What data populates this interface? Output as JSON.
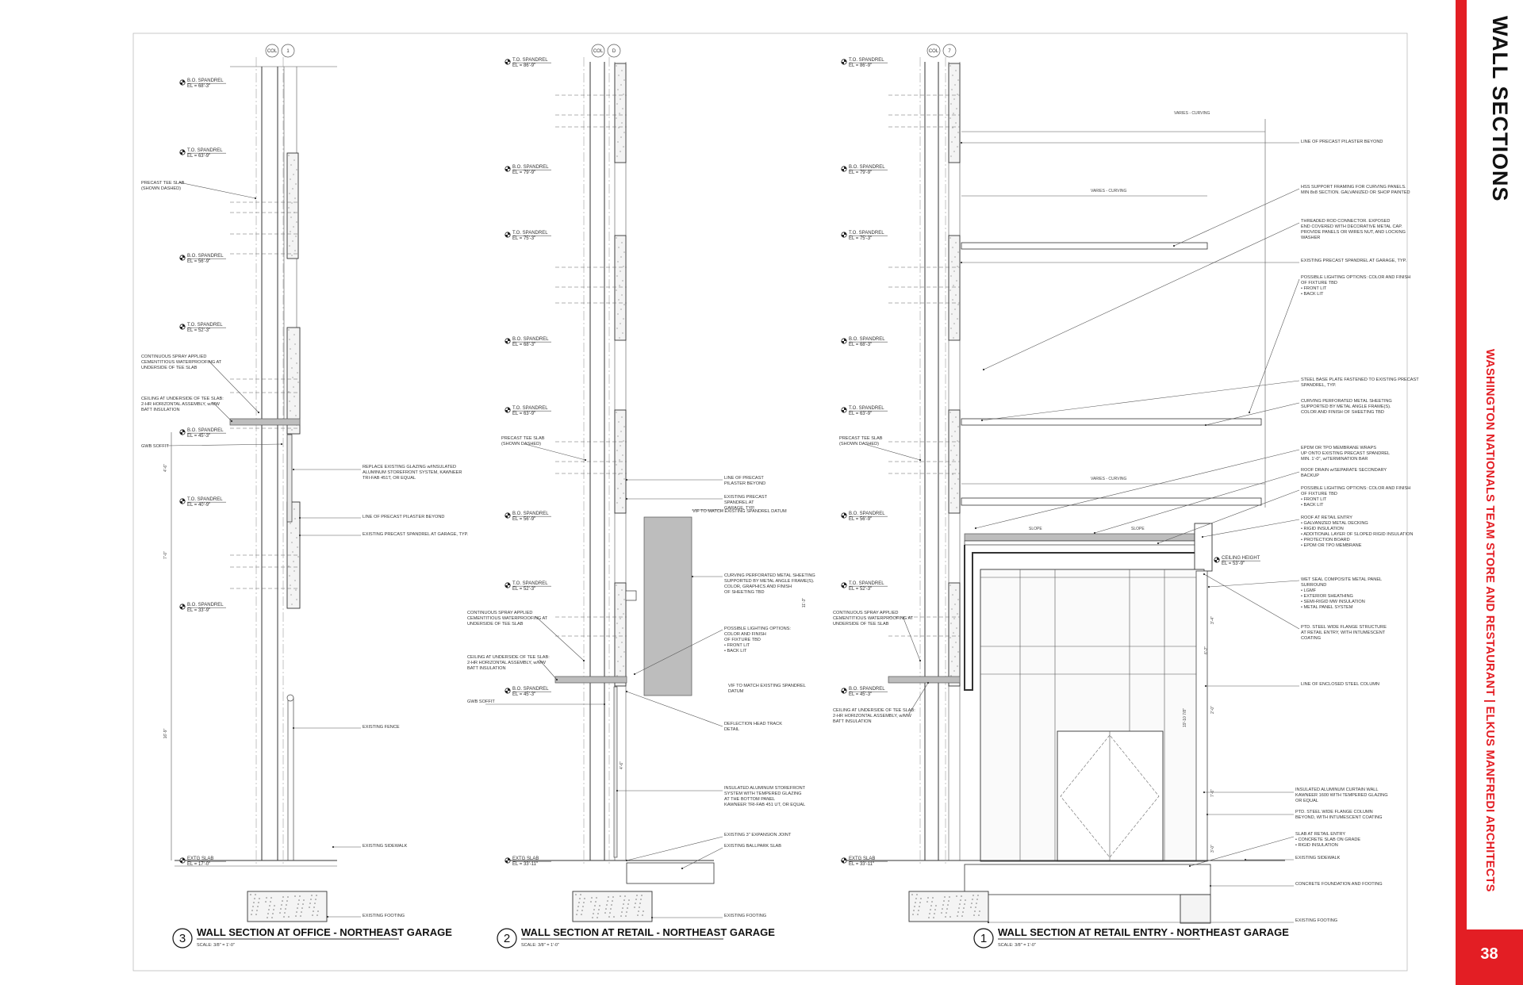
{
  "sheet": {
    "title": "WALL SECTIONS",
    "project": "WASHINGTON NATIONALS TEAM STORE AND RESTAURANT | ELKUS MANFREDI ARCHITECTS",
    "page_number": "38"
  },
  "sections": [
    {
      "number": "3",
      "title": "WALL SECTION AT OFFICE - NORTHEAST GARAGE",
      "scale": "SCALE: 3/8\" = 1'-0\"",
      "column_tag": [
        "COL",
        "1"
      ],
      "levels": [
        {
          "name": "B.O. SPANDREL",
          "elev": "EL = 68'-3\""
        },
        {
          "name": "T.O. SPANDREL",
          "elev": "EL = 63'-9\""
        },
        {
          "name": "B.O. SPANDREL",
          "elev": "EL = 56'-9\""
        },
        {
          "name": "T.O. SPANDREL",
          "elev": "EL = 52'-3\""
        },
        {
          "name": "B.O. SPANDREL",
          "elev": "EL = 45'-3\""
        },
        {
          "name": "T.O. SPANDREL",
          "elev": "EL = 40'-9\""
        },
        {
          "name": "B.O. SPANDREL",
          "elev": "EL = 33'-9\""
        },
        {
          "name": "EXTG SLAB",
          "elev": "EL = 17'-0\""
        }
      ],
      "left_notes": [
        [
          "PRECAST TEE SLAB",
          "(SHOWN DASHED)"
        ],
        [
          "CONTINUOUS SPRAY APPLIED",
          "CEMENTITIOUS WATERPROOFING AT",
          "UNDERSIDE OF TEE SLAB"
        ],
        [
          "CEILING AT UNDERSIDE OF TEE SLAB:",
          "2-HR HORIZONTAL ASSEMBLY, w/MW",
          "BATT INSULATION"
        ],
        [
          "GWB SOFFIT"
        ]
      ],
      "right_notes": [
        [
          "REPLACE EXISTING GLAZING w/INSULATED",
          "ALUMINUM STOREFRONT SYSTEM, KAWNEER",
          "TRI-FAB 451T, OR EQUAL"
        ],
        [
          "LINE OF PRECAST PILASTER BEYOND"
        ],
        [
          "EXISTING PRECAST SPANDREL AT GARAGE, TYP."
        ],
        [
          "EXISTING FENCE"
        ],
        [
          "EXISTING SIDEWALK"
        ],
        [
          "EXISTING FOOTING"
        ]
      ],
      "dims": [
        "4'-6\"",
        "7'-0\"",
        "16'-9\""
      ]
    },
    {
      "number": "2",
      "title": "WALL SECTION AT RETAIL - NORTHEAST GARAGE",
      "scale": "SCALE: 3/8\" = 1'-0\"",
      "column_tag": [
        "COL",
        "D"
      ],
      "levels": [
        {
          "name": "T.O. SPANDREL",
          "elev": "EL = 86'-9\""
        },
        {
          "name": "B.O. SPANDREL",
          "elev": "EL = 79'-9\""
        },
        {
          "name": "T.O. SPANDREL",
          "elev": "EL = 75'-3\""
        },
        {
          "name": "B.O. SPANDREL",
          "elev": "EL = 68'-3\""
        },
        {
          "name": "T.O. SPANDREL",
          "elev": "EL = 63'-9\""
        },
        {
          "name": "B.O. SPANDREL",
          "elev": "EL = 56'-9\""
        },
        {
          "name": "T.O. SPANDREL",
          "elev": "EL = 52'-3\""
        },
        {
          "name": "B.O. SPANDREL",
          "elev": "EL = 45'-3\""
        },
        {
          "name": "EXTG SLAB",
          "elev": "EL = 33'-11\""
        }
      ],
      "left_notes": [
        [
          "PRECAST TEE SLAB",
          "(SHOWN DASHED)"
        ],
        [
          "CONTINUOUS SPRAY APPLIED",
          "CEMENTITIOUS WATERPROOFING AT",
          "UNDERSIDE OF TEE SLAB"
        ],
        [
          "CEILING AT UNDERSIDE OF TEE SLAB:",
          "2-HR HORIZONTAL ASSEMBLY, w/MW",
          "BATT INSULATION"
        ],
        [
          "GWB SOFFIT"
        ]
      ],
      "right_notes": [
        [
          "LINE OF PRECAST",
          "PILASTER BEYOND"
        ],
        [
          "EXISTING PRECAST",
          "SPANDREL AT",
          "GARAGE, TYP."
        ],
        [
          "CURVING PERFORATED METAL SHEETING",
          "SUPPORTED BY METAL ANGLE FRAME(S).",
          "COLOR, GRAPHICS AND FINISH",
          "OF SHEETING TBD"
        ],
        [
          "POSSIBLE LIGHTING OPTIONS:",
          "COLOR AND FINISH",
          "OF FIXTURE TBD",
          "•  FRONT LIT",
          "•  BACK LIT"
        ],
        [
          "DEFLECTION HEAD TRACK",
          "DETAIL"
        ],
        [
          "INSULATED ALUMINUM STOREFRONT",
          "SYSTEM WITH TEMPERED GLAZING",
          "AT THE BOTTOM PANEL",
          "KAWNEER TRI-FAB 451 UT, OR EQUAL"
        ],
        [
          "EXISTING 3\" EXPANSION JOINT"
        ],
        [
          "EXISTING BALLPARK SLAB"
        ],
        [
          "EXISTING FOOTING"
        ]
      ],
      "datum_notes": [
        "VIF TO MATCH EXISTING SPANDREL DATUM",
        "VIF TO MATCH EXISTING SPANDREL",
        "DATUM"
      ],
      "dims": [
        "11'-3\"",
        "4'-6\""
      ]
    },
    {
      "number": "1",
      "title": "WALL SECTION AT RETAIL ENTRY - NORTHEAST GARAGE",
      "scale": "SCALE: 3/8\" = 1'-0\"",
      "column_tag": [
        "COL",
        "7"
      ],
      "levels": [
        {
          "name": "T.O. SPANDREL",
          "elev": "EL = 86'-9\""
        },
        {
          "name": "B.O. SPANDREL",
          "elev": "EL = 79'-9\""
        },
        {
          "name": "T.O. SPANDREL",
          "elev": "EL = 75'-3\""
        },
        {
          "name": "B.O. SPANDREL",
          "elev": "EL = 68'-3\""
        },
        {
          "name": "T.O. SPANDREL",
          "elev": "EL = 63'-9\""
        },
        {
          "name": "B.O. SPANDREL",
          "elev": "EL = 56'-9\""
        },
        {
          "name": "T.O. SPANDREL",
          "elev": "EL = 52'-3\""
        },
        {
          "name": "B.O. SPANDREL",
          "elev": "EL = 45'-3\""
        },
        {
          "name": "EXTG SLAB",
          "elev": "EL = 33'-11\""
        }
      ],
      "ceiling_height": {
        "name": "CEILING HEIGHT",
        "elev": "EL = 53'-9\""
      },
      "left_notes": [
        [
          "PRECAST TEE SLAB",
          "(SHOWN DASHED)"
        ],
        [
          "CONTINUOUS SPRAY APPLIED",
          "CEMENTITIOUS WATERPROOFING AT",
          "UNDERSIDE OF TEE SLAB"
        ],
        [
          "CEILING AT UNDERSIDE OF TEE SLAB:",
          "2-HR HORIZONTAL ASSEMBLY, w/MW",
          "BATT INSULATION"
        ]
      ],
      "right_notes": [
        [
          "LINE OF PRECAST PILASTER BEYOND"
        ],
        [
          "HSS SUPPORT FRAMING FOR CURVING PANELS.",
          "MIN 8x8 SECTION. GALVANIZED OR SHOP PAINTED"
        ],
        [
          "THREADED ROD CONNECTOR. EXPOSED",
          "END COVERED WITH DECORATIVE METAL CAP.",
          "PROVIDE PANELS OR WIRES NUT, AND LOCKING",
          "WASHER"
        ],
        [
          "EXISTING PRECAST SPANDREL AT GARAGE, TYP."
        ],
        [
          "POSSIBLE LIGHTING OPTIONS:  COLOR AND FINISH",
          "OF FIXTURE TBD",
          "•  FRONT LIT",
          "•  BACK LIT"
        ],
        [
          "STEEL BASE PLATE FASTENED TO EXISTING PRECAST",
          "SPANDREL, TYP."
        ],
        [
          "CURVING PERFORATED METAL SHEETING",
          "SUPPORTED BY METAL ANGLE FRAME(S).",
          "COLOR AND FINISH OF SHEETING TBD"
        ],
        [
          "EPDM OR TPO MEMBRANE WRAPS",
          "UP ONTO EXISTING PRECAST SPANDREL",
          "MIN. 1'-0\", w/TERMINATION BAR"
        ],
        [
          "ROOF DRAIN w/SEPARATE SECONDARY",
          "BACKUP"
        ],
        [
          "POSSIBLE LIGHTING OPTIONS:  COLOR AND FINISH",
          "OF FIXTURE TBD",
          "•  FRONT LIT",
          "•  BACK LIT"
        ],
        [
          "ROOF AT RETAIL ENTRY",
          "•  GALVANIZED METAL DECKING",
          "•  RIGID INSULATION",
          "•  ADDITIONAL LAYER OF SLOPED RIGID INSULATION",
          "•  PROTECTION BOARD",
          "•  EPDM OR TPO MEMBRANE"
        ],
        [
          "WET SEAL COMPOSITE METAL PANEL",
          "SURROUND",
          "•  LGMF",
          "•  EXTERIOR SHEATHING",
          "•  SEMI-RIGID MW INSULATION",
          "•  METAL PANEL SYSTEM"
        ],
        [
          "PTD. STEEL WIDE FLANGE STRUCTURE",
          "AT RETAIL ENTRY, WITH INTUMESCENT",
          "COATING"
        ],
        [
          "LINE OF ENCLOSED STEEL COLUMN"
        ],
        [
          "INSULATED ALUMINUM CURTAIN WALL",
          "KAWNEER 1600 WITH TEMPERED GLAZING",
          "OR EQUAL"
        ],
        [
          "PTD. STEEL WIDE FLANGE COLUMN",
          "BEYOND, WITH INTUMESCENT COATING"
        ],
        [
          "SLAB AT RETAIL ENTRY",
          "•  CONCRETE SLAB ON GRADE",
          "•  RIGID INSULATION"
        ],
        [
          "EXISTING SIDEWALK"
        ],
        [
          "CONCRETE FOUNDATION AND FOOTING"
        ],
        [
          "EXISTING FOOTING"
        ]
      ],
      "curve_labels": [
        "VARIES - CURVING",
        "VARIES - CURVING",
        "VARIES - CURVING"
      ],
      "slope_labels": [
        "SLOPE",
        "SLOPE"
      ],
      "dims": [
        "19'-10 7/8\"",
        "2'-0\"",
        "3'-4\"",
        "7'-6\"",
        "6'-2\"",
        "3'-0\""
      ]
    }
  ]
}
